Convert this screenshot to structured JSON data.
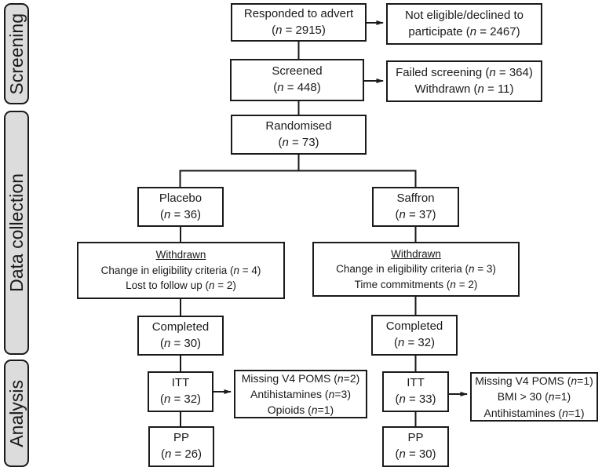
{
  "colors": {
    "ink": "#1a1a1a",
    "label_fill": "#dcdcdc"
  },
  "side_labels": {
    "screening": "Screening",
    "data_collection": "Data collection",
    "analysis": "Analysis"
  },
  "flow": {
    "responded": {
      "lines": [
        "Responded to advert",
        "(n = 2915)"
      ]
    },
    "not_eligible": {
      "lines": [
        "Not eligible/declined to",
        "participate (n = 2467)"
      ]
    },
    "screened": {
      "lines": [
        "Screened",
        "(n = 448)"
      ]
    },
    "failed_screening": {
      "lines": [
        "Failed screening (n = 364)",
        "Withdrawn (n = 11)"
      ]
    },
    "randomised": {
      "lines": [
        "Randomised",
        "(n = 73)"
      ]
    },
    "placebo": {
      "lines": [
        "Placebo",
        "(n = 36)"
      ]
    },
    "saffron": {
      "lines": [
        "Saffron",
        "(n = 37)"
      ]
    },
    "withdrawn_placebo": {
      "heading": "Withdrawn",
      "lines": [
        "Change in eligibility criteria (n = 4)",
        "Lost to follow up (n = 2)"
      ]
    },
    "withdrawn_saffron": {
      "heading": "Withdrawn",
      "lines": [
        "Change in eligibility criteria (n = 3)",
        "Time commitments (n = 2)"
      ]
    },
    "completed_placebo": {
      "lines": [
        "Completed",
        "(n = 30)"
      ]
    },
    "completed_saffron": {
      "lines": [
        "Completed",
        "(n = 32)"
      ]
    },
    "itt_placebo": {
      "lines": [
        "ITT",
        "(n = 32)"
      ]
    },
    "itt_exclusions_placebo": {
      "lines": [
        "Missing V4 POMS (n=2)",
        "Antihistamines (n=3)",
        "Opioids (n=1)"
      ]
    },
    "itt_saffron": {
      "lines": [
        "ITT",
        "(n = 33)"
      ]
    },
    "itt_exclusions_saffron": {
      "lines": [
        "Missing V4 POMS (n=1)",
        "BMI > 30 (n=1)",
        "Antihistamines (n=1)"
      ]
    },
    "pp_placebo": {
      "lines": [
        "PP",
        "(n = 26)"
      ]
    },
    "pp_saffron": {
      "lines": [
        "PP",
        "(n = 30)"
      ]
    }
  }
}
